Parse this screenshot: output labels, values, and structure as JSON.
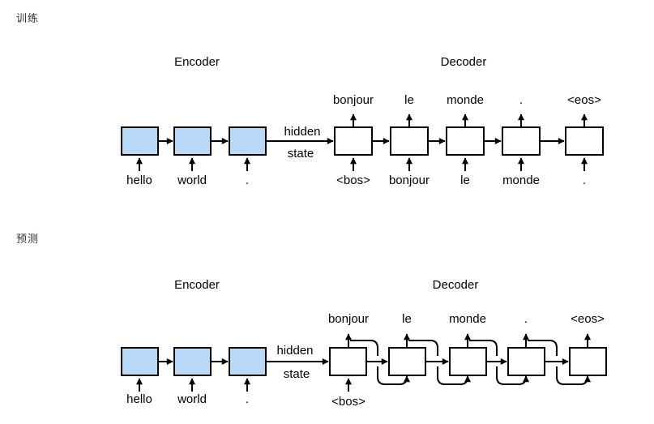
{
  "sections": {
    "training_label": "训练",
    "prediction_label": "预测"
  },
  "training": {
    "encoder_title": "Encoder",
    "decoder_title": "Decoder",
    "hidden_label": "hidden",
    "state_label": "state",
    "encoder_inputs": [
      "hello",
      "world",
      "."
    ],
    "decoder_inputs": [
      "<bos>",
      "bonjour",
      "le",
      "monde",
      "."
    ],
    "decoder_outputs": [
      "bonjour",
      "le",
      "monde",
      ".",
      "<eos>"
    ]
  },
  "prediction": {
    "encoder_title": "Encoder",
    "decoder_title": "Decoder",
    "hidden_label": "hidden",
    "state_label": "state",
    "encoder_inputs": [
      "hello",
      "world",
      "."
    ],
    "decoder_inputs": [
      "<bos>"
    ],
    "decoder_outputs": [
      "bonjour",
      "le",
      "monde",
      ".",
      "<eos>"
    ]
  },
  "colors": {
    "encoder_box_fill": "#B9D9F8",
    "decoder_box_fill": "#FFFFFF",
    "line_color": "#000000",
    "section_label_color": "#333333"
  }
}
